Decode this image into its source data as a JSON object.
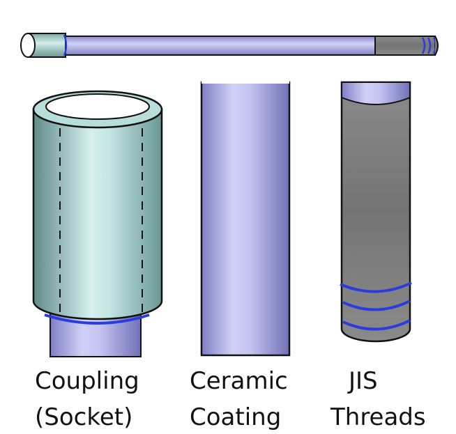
{
  "labels": {
    "coupling_line1": "Coupling",
    "coupling_line2": "(Socket)",
    "ceramic_line1": "Ceramic",
    "ceramic_line2": "Coating",
    "jis_line1": "JIS",
    "jis_line2": "Threads"
  },
  "colors": {
    "rod": "#b4b4f0",
    "coupling": "#a8d6d2",
    "thread_body": "#7a7a7a",
    "thread_line": "#2a3cdc",
    "outline": "#111111"
  }
}
